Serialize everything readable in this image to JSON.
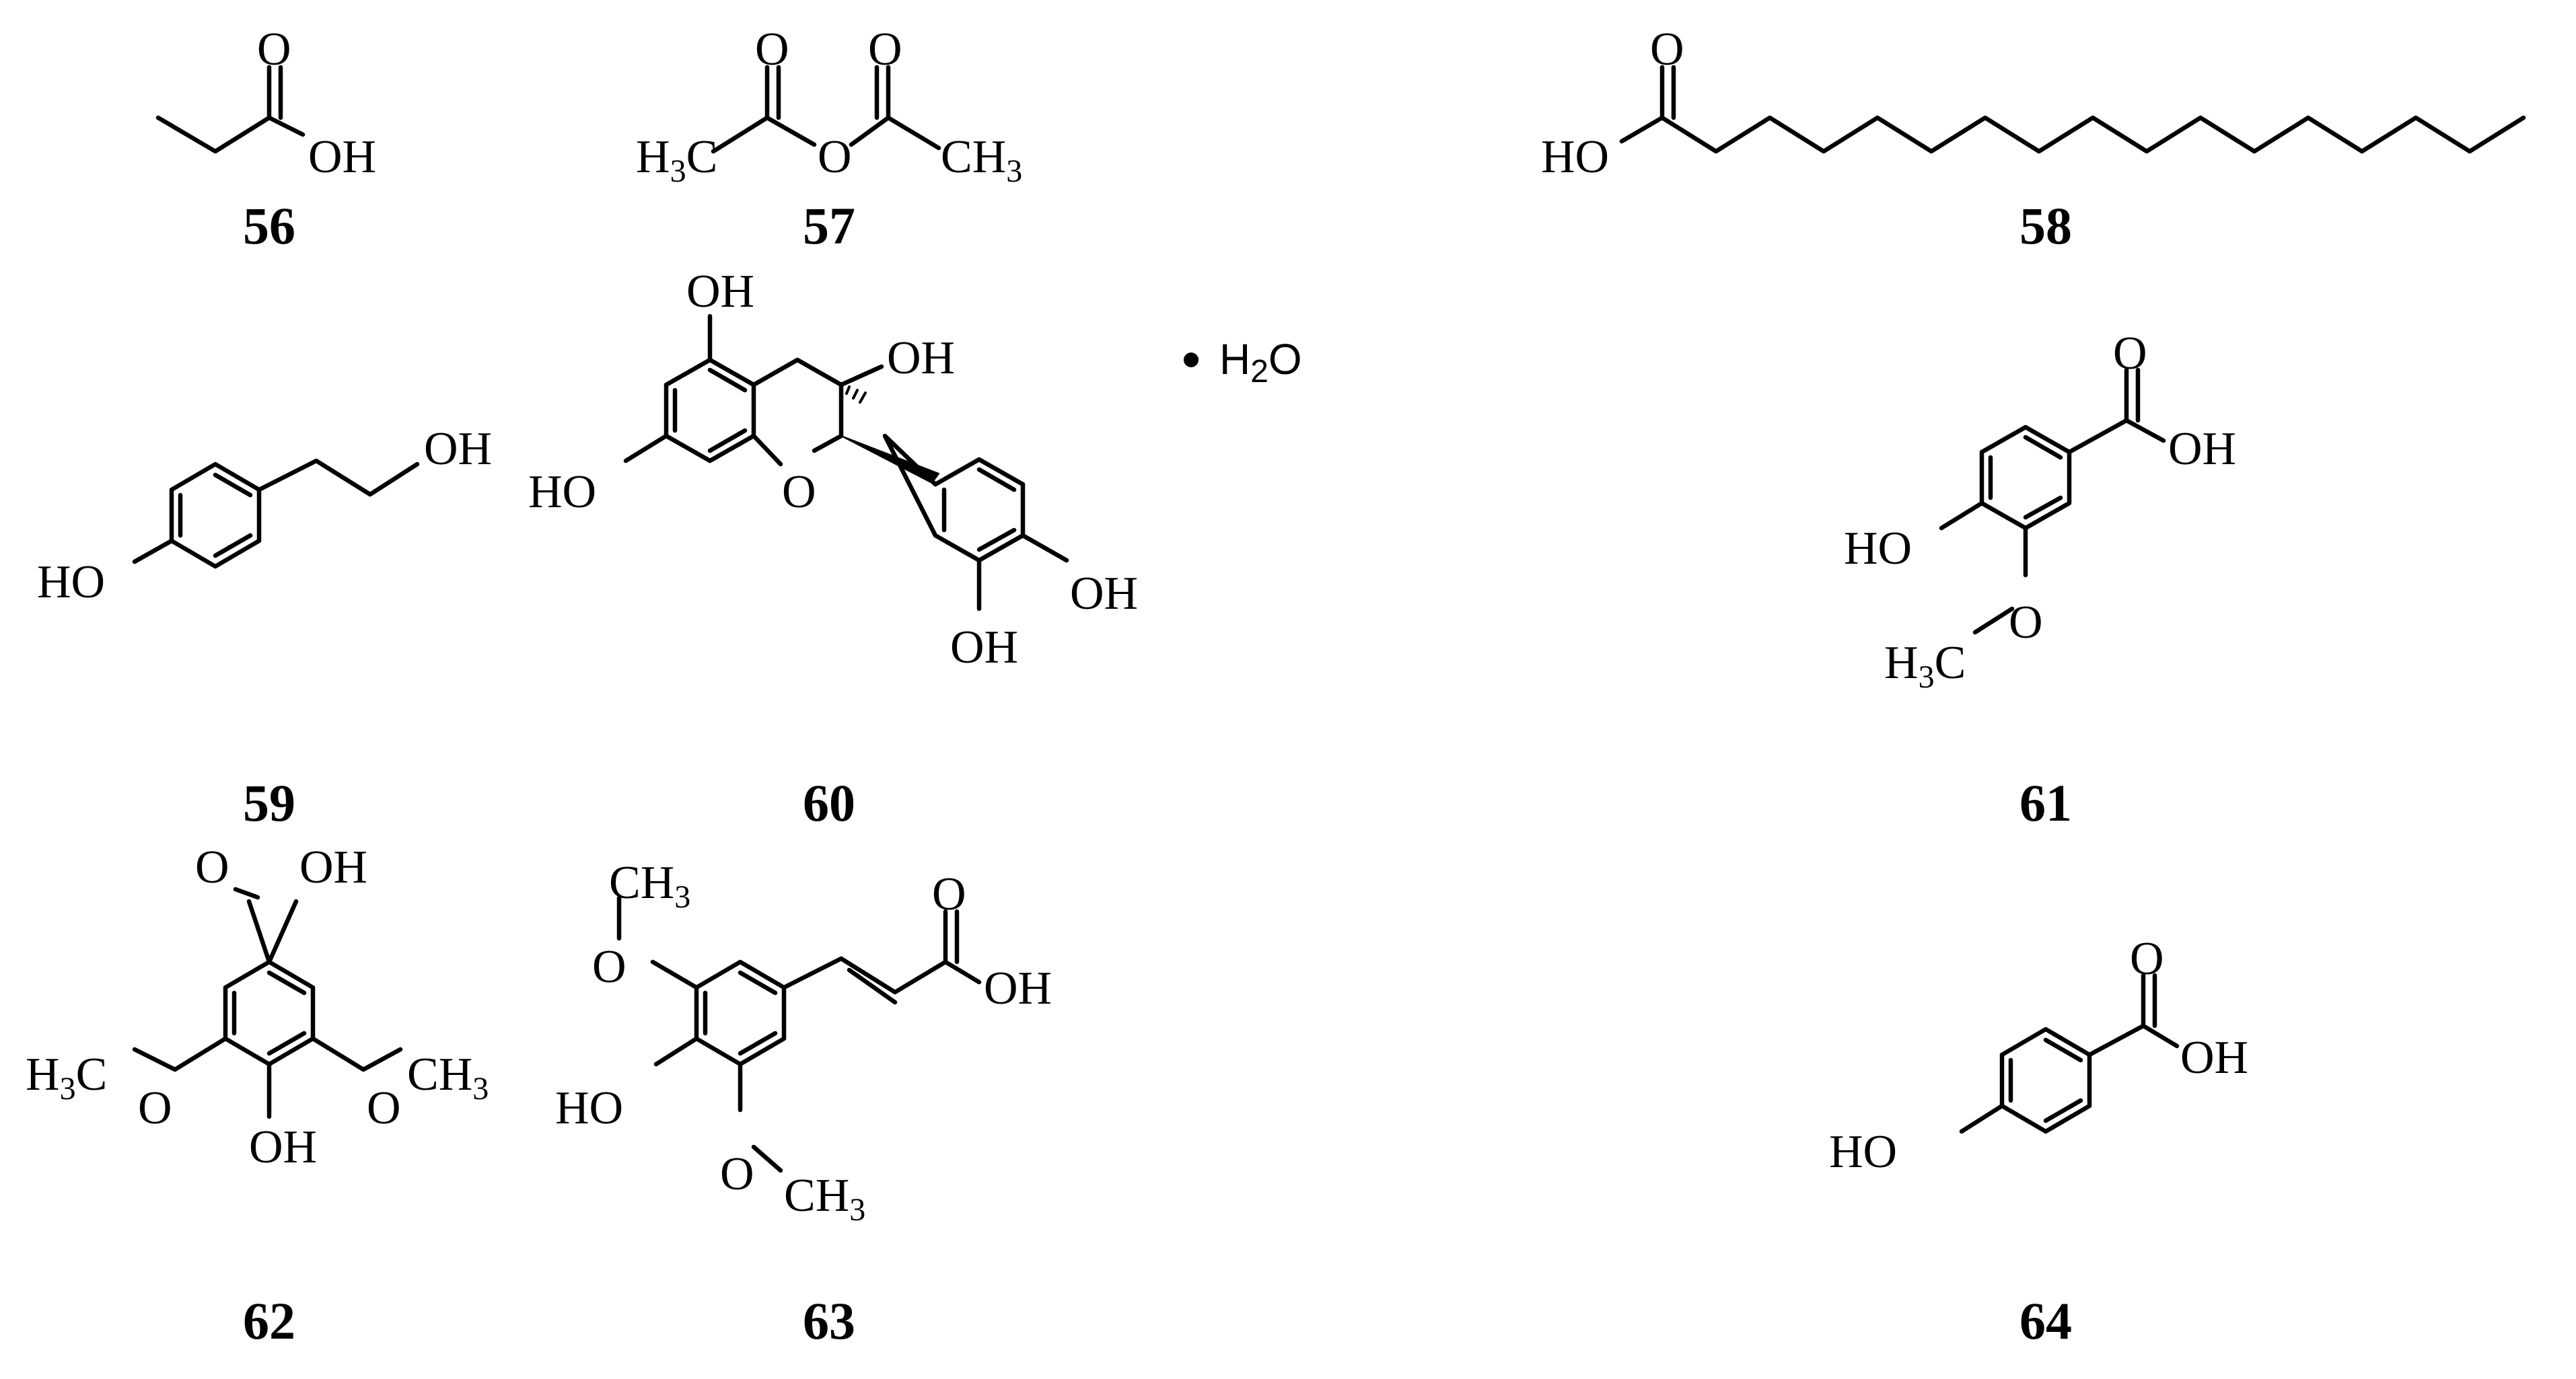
{
  "labels": {
    "c56": "56",
    "c57": "57",
    "c58": "58",
    "c59": "59",
    "c60": "60",
    "c61": "61",
    "c62": "62",
    "c63": "63",
    "c64": "64"
  },
  "atoms": {
    "O": "O",
    "OH": "OH",
    "HO": "HO",
    "H": "H",
    "C": "C",
    "sub3": "3",
    "sub2": "2"
  },
  "hydrate": {
    "H": "H",
    "sub": "2",
    "O": "O"
  }
}
